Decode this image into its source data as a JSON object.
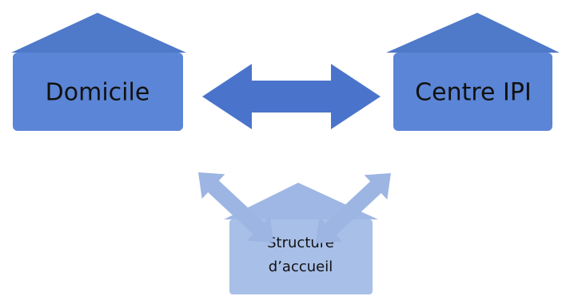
{
  "nodes": {
    "domicile": {
      "label": "Domicile"
    },
    "centre_ipi": {
      "label": "Centre IPI"
    },
    "structure_accueil": {
      "label_line1": "Structure",
      "label_line2": "d’accueil"
    }
  },
  "colors": {
    "primary_box": "#5b85d6",
    "primary_roof": "#4f79c9",
    "primary_arrow": "#4a74cb",
    "light_box": "#a8bfe8",
    "light_roof": "#9fb7e4",
    "light_arrow": "#9db5e2"
  }
}
